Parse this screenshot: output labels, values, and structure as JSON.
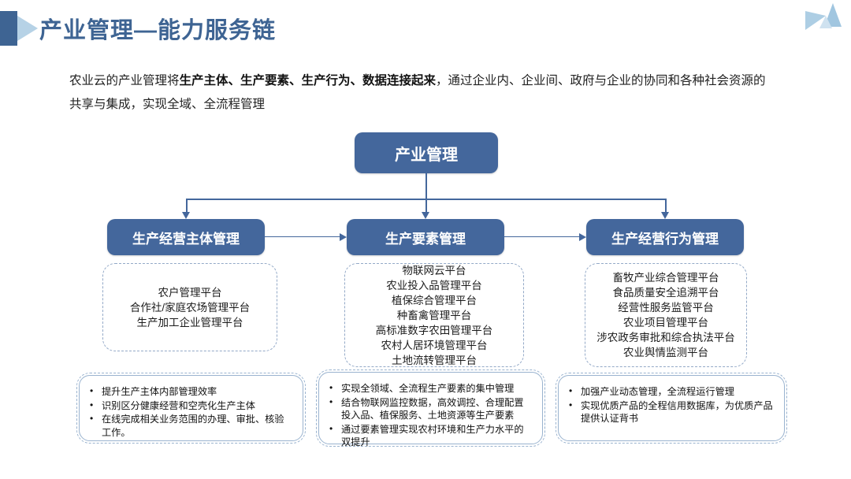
{
  "slide": {
    "title": "产业管理—能力服务链",
    "accent_color": "#3e6493",
    "node_color": "#44679c"
  },
  "intro": {
    "part1": "农业云的产业管理将",
    "bold": "生产主体、生产要素、生产行为、数据连接起来",
    "part2": "，通过企业内、企业间、政府与企业的协同和各种社会资源的共享与集成，实现全域、全流程管理"
  },
  "diagram": {
    "root": {
      "label": "产业管理"
    },
    "branches": [
      {
        "label": "生产经营主体管理",
        "platforms": [
          "农户管理平台",
          "合作社/家庭农场管理平台",
          "生产加工企业管理平台"
        ],
        "bullets": [
          "提升生产主体内部管理效率",
          "识别区分健康经营和空壳化生产主体",
          "在线完成相关业务范围的办理、审批、核验工作。"
        ]
      },
      {
        "label": "生产要素管理",
        "platforms": [
          "物联网云平台",
          "农业投入品管理平台",
          "植保综合管理平台",
          "种畜禽管理平台",
          "高标准数字农田管理平台",
          "农村人居环境管理平台",
          "土地流转管理平台"
        ],
        "bullets": [
          "实现全领域、全流程生产要素的集中管理",
          "结合物联网监控数据，高效调控、合理配置投入品、植保服务、土地资源等生产要素",
          "通过要素管理实现农村环境和生产力水平的双提升"
        ]
      },
      {
        "label": "生产经营行为管理",
        "platforms": [
          "畜牧产业综合管理平台",
          "食品质量安全追溯平台",
          "经营性服务监管平台",
          "农业项目管理平台",
          "涉农政务审批和综合执法平台",
          "农业舆情监测平台"
        ],
        "bullets": [
          "加强产业动态管理，全流程运行管理",
          "实现优质产品的全程信用数据库，为优质产品提供认证背书"
        ]
      }
    ]
  }
}
